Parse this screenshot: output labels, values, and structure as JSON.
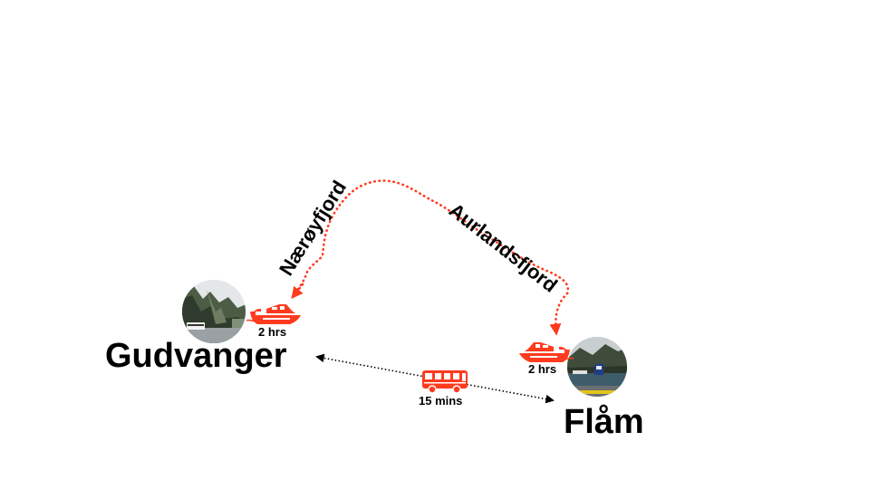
{
  "places": {
    "gudvangen": "Gudvanger",
    "flam": "Flåm"
  },
  "fjords": {
    "naeroy": "Nærøyfjord",
    "aurlands": "Aurlandsfjord"
  },
  "times": {
    "gudvangen_ferry": "2 hrs",
    "flam_ferry": "2 hrs",
    "bus": "15 mins"
  },
  "icons": {
    "ferry": "ferry-icon",
    "bus": "bus-icon",
    "photo_gudvangen": "gudvangen-photo",
    "photo_flam": "flam-photo"
  },
  "colors": {
    "route": "#ff3b1f",
    "road": "#000000",
    "text": "#000000"
  }
}
